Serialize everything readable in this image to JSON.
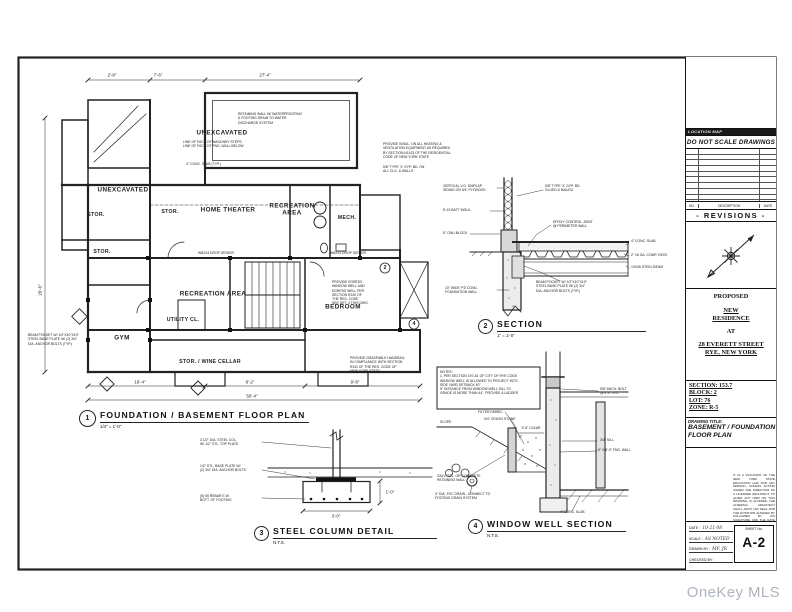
{
  "watermark": "OneKey MLS",
  "colors": {
    "ink": "#222222",
    "watermark": "#aeb4be"
  },
  "title_block": {
    "location_map_label": "LOCATION MAP",
    "do_not_scale": "DO NOT SCALE DRAWINGS",
    "rev_no": "NO.",
    "rev_description": "DESCRIPTION",
    "rev_date": "DATE",
    "revisions_title": "- REVISIONS -",
    "proposed": "PROPOSED",
    "new": "NEW",
    "residence": "RESIDENCE",
    "at": "AT",
    "address1": "28 EVERETT STREET",
    "address2": "RYE, NEW YORK",
    "section": "SECTION: 153.7",
    "block": "BLOCK: 2",
    "lot": "LOT: 76",
    "zone": "ZONE: R-5",
    "drawing_title_label": "DRAWING TITLE:",
    "drawing_title1": "BASEMENT / FOUNDATION",
    "drawing_title2": "FLOOR PLAN",
    "disclaimer": "IT IS A VIOLATION OF THE NEW YORK STATE EDUCATION LAW FOR ANY PERSON, UNLESS ACTING UNDER THE DIRECTION OF A LICENSED ARCHITECT, TO ALTER ANY ITEM ON THIS DRAWING. IF ALTERED, THE ALTERING ARCHITECT SHALL AFFIX HIS SEAL AND THE NOTATION ALTERED BY FOLLOWED BY HIS SIGNATURE AND THE DATE OF SUCH ALTERATION.",
    "fields": {
      "date_label": "DATE :",
      "date_value": "10-21-08",
      "scale_label": "SCALE :",
      "scale_value": "AS NOTED",
      "drawn_label": "DRAWN BY :",
      "drawn_value": "MF, JR",
      "checked_label": "CHECKED BY :",
      "checked_value": ""
    },
    "sheet_no_label": "SHEET No.",
    "sheet_number": "A-2"
  },
  "plan": {
    "number": "1",
    "title": "FOUNDATION / BASEMENT FLOOR PLAN",
    "scale": "1/4\" = 1'-0\"",
    "rooms": {
      "unexcavated_top": "UNEXCAVATED",
      "unexcavated_left": "UNEXCAVATED",
      "stor_a": "STOR.",
      "stor_b": "STOR.",
      "stor_top": "STOR.",
      "home_theater": "HOME THEATER",
      "recreation_top": "RECREATION\nAREA",
      "mech": "MECH.",
      "recreation_mid": "RECREATION AREA",
      "bedroom": "BEDROOM",
      "utility": "UTILITY CL.",
      "gym": "GYM",
      "wine": "STOR. / WINE CELLAR"
    },
    "notes": {
      "unexc": "RETAINING WALL W/ WATERPROOFING\n& FOOTING DRAIN TO WATER\nDISCHARGE SYSTEM",
      "masonry": "LINE OF FACE OF MASONRY STEPS\nLINE OF FACE OF FND. WALL BELOW",
      "slab_typ": "4\" CONC. SLAB (TYP.)",
      "vent": "PROVIDE INSUL. ON ALL HEATING &\nVENTILATION EQUIPMENT AS REQUIRED\nBY SECTION N1103 OF THE RESIDENTIAL\nCODE OF NEW YORK STATE",
      "gyp": "5/8\" TYPE 'X' GYP. BD. ON\nALL CLG. & WALLS",
      "girder": "W8X24 DROP GIRDER",
      "egress": "PROVIDE EGRESS\nWINDOW WELL AND\nEGRESS WELL PER\nSECTION R310 OF\nTHE RES. CODE\nSEE DET. 4 THIS DWG.",
      "handrail": "PROVIDE GRASPABLE HANDRAIL\nIN COMPLIANCE WITH SECTION\nR311 OF THE RES. CODE OF\nNEW YORK STATE",
      "beam_pocket": "BEAM POCKET W/ 1/2\"X10\"X10\"\nSTEEL BASE PLATE W/ (2) 3/4\"\nDIA. ANCHOR BOLTS (TYP.)"
    },
    "dims": [
      "2'-8\"",
      "7'-6\"",
      "27'-4\"",
      "26'-6\"",
      "16'-4\"",
      "8'-2\"",
      "9'-8\"",
      "50'-4\""
    ],
    "markers": {
      "section_cut": "2",
      "well_cut": "4"
    }
  },
  "section2": {
    "number": "2",
    "title": "SECTION",
    "scale": "1\" = 1'-0\"",
    "labels": {
      "siding": "VERTICAL V.G. SHIPLAP\nSIDING ON 3/4\" PLYWOOD",
      "insul": "R-19 BATT INSUL.",
      "cmu": "8\" CMU BLOCK",
      "gyp": "5/8\" TYPE 'X' GYP. BD.\nGLUED & NAILED",
      "epoxy": "EPOXY CONTROL JOINT\n@ PERIMETER WALL",
      "slab": "4\" CONC. SLAB",
      "deck": "2\" 18 GA. COMP. DECK",
      "beam": "10X45 STEEL BEAM",
      "pocket": "BEAM POCKET W/ 1/2\"X10\"X10\"\nSTEEL BASE PLATE W/ (2) 3/4\"\nDIA. ANCHOR BOLTS (TYP.)",
      "fnd": "10\" WIDE P'D CONC.\nFOUNDATION WALL"
    }
  },
  "detail3": {
    "number": "3",
    "title": "STEEL COLUMN DETAIL",
    "scale": "N.T.S.",
    "labels": {
      "col": "3 1/2\" DIA. STEEL COL.\nW/ 1/2\" STL. TOP PLATE",
      "plate": "1/2\" STL. BASE PLATE W/\n(2) 3/4\" DIA. ANCHOR BOLTS",
      "rebar": "(5) #5 REBAR E.W.\nBOTT. OF FOOTING",
      "dim_w": "3'-0\"",
      "dim_h": "1'-0\""
    }
  },
  "detail4": {
    "number": "4",
    "title": "WINDOW WELL SECTION",
    "scale": "N.T.S.",
    "notes": "NOTES:\n1.  PER SECTION 197-A1 OF CITY OF RYE CODE\n     WINDOW WELL IS ALLOWED TO PROJECT INTO\n     SIDE YARD SETBACK 40\".\n     IF DISTANCE FROM WINDOW WELL SILL TO\n     GRADE IS MORE THAN 44\", PROVIDE A LADDER",
    "labels": {
      "filter": "FILTER FABRIC",
      "stone": "3/4\" CRUSH STONE",
      "clear": "3'-6\" CLEAR",
      "slope": "SLOPE",
      "retaining": "GALV. STL. OR CONCRETE\nRETAINING WALL",
      "drain": "4\" DIA. PVC DRAIN - CONNECT TO\nFOOTING DRAIN SYSTEM",
      "anchor": "5/8\" ANCH. BOLT\n@ 4'-0\" O.C.",
      "sill": "3/4\" SILL",
      "wall8": "8\" X 8'-0\" FND. WALL",
      "slab4": "4\" CONC. SLAB"
    }
  }
}
